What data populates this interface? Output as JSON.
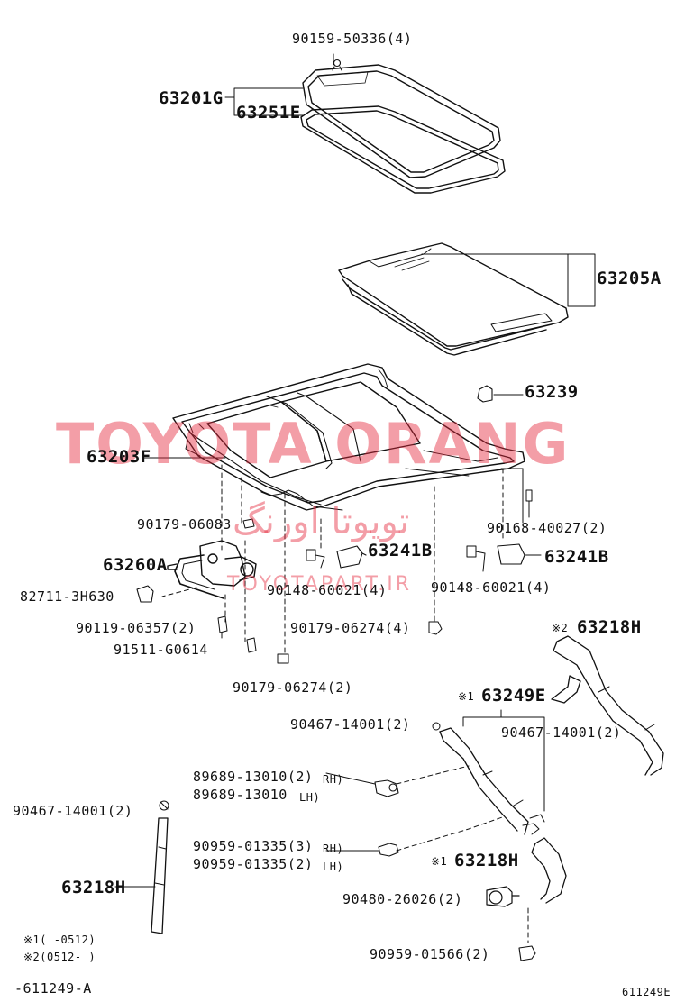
{
  "watermark": {
    "main": "TOYOTA ORANG",
    "farsi": "تویوتا اورنگ",
    "site": "TOYOTAPART.IR",
    "color": "#e4283c"
  },
  "labels": {
    "p90159": "90159-50336(4)",
    "p63201g": "63201G",
    "p63251e": "63251E",
    "p63205a": "63205A",
    "p63239": "63239",
    "p63203f": "63203F",
    "p90179_06083": "90179-06083",
    "p90168": "90168-40027(2)",
    "p63241b_l": "63241B",
    "p63241b_r": "63241B",
    "p63260a": "63260A",
    "p82711": "82711-3H630",
    "p90148_l": "90148-60021(4)",
    "p90148_r": "90148-60021(4)",
    "p90119": "90119-06357(2)",
    "p90179_06274_4": "90179-06274(4)",
    "p91511": "91511-G0614",
    "p90179_06274_2": "90179-06274(2)",
    "p63218h_top_mark": "※2",
    "p63218h_top": "63218H",
    "p63249e_mark": "※1",
    "p63249e": "63249E",
    "p90467_a": "90467-14001(2)",
    "p90467_b": "90467-14001(2)",
    "p89689_rh": "89689-13010(2)",
    "p89689_rh_side": "RH)",
    "p89689_lh": "89689-13010",
    "p89689_lh_side": "LH)",
    "p90467_c": "90467-14001(2)",
    "p90959_rh": "90959-01335(3)",
    "p90959_rh_side": "RH)",
    "p90959_lh": "90959-01335(2)",
    "p90959_lh_side": "LH)",
    "p63218h_mid_mark": "※1",
    "p63218h_mid": "63218H",
    "p90480": "90480-26026(2)",
    "p63218h_left": "63218H",
    "p90959_01566": "90959-01566(2)",
    "note1": "※1(      -0512)",
    "note2": "※2(0512-      )",
    "footer_left": "-611249-A",
    "footer_right": "611249E"
  }
}
